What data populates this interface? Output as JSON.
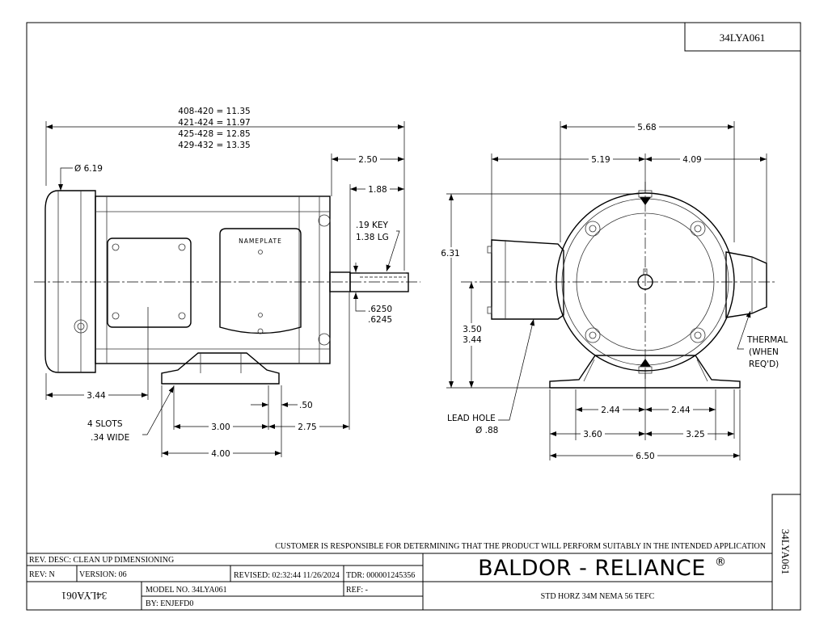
{
  "drawing_number": "34LYA061",
  "side_view": {
    "overall_lengths": [
      "408-420 = 11.35",
      "421-424 = 11.97",
      "425-428 = 12.85",
      "429-432 = 13.35"
    ],
    "diameter": "Ø 6.19",
    "shaft_extension": "2.50",
    "shaft_length": "1.88",
    "key": [
      ".19 KEY",
      "1.38 LG"
    ],
    "shaft_diameter": [
      ".6250",
      ".6245"
    ],
    "nameplate": "NAMEPLATE",
    "c_dim": "3.44",
    "slot_offset": ".50",
    "foot_spacing": "3.00",
    "ba_dim": "2.75",
    "foot_length": "4.00",
    "slots": [
      "4 SLOTS",
      ".34 WIDE"
    ]
  },
  "end_view": {
    "overall_width": "5.68",
    "left_width": "5.19",
    "right_width": "4.09",
    "height": "6.31",
    "shaft_height": [
      "3.50",
      "3.44"
    ],
    "half_hole_left": "2.44",
    "half_hole_right": "2.44",
    "base_left": "3.60",
    "base_right": "3.25",
    "base_width": "6.50",
    "lead_hole": [
      "LEAD HOLE",
      "Ø .88"
    ],
    "thermal": [
      "THERMAL",
      "(WHEN",
      "REQ'D)"
    ]
  },
  "title_block": {
    "disclaimer": "CUSTOMER IS RESPONSIBLE FOR DETERMINING THAT THE PRODUCT WILL PERFORM SUITABLY IN THE INTENDED APPLICATION",
    "rev_desc": "REV. DESC: CLEAN UP DIMENSIONING",
    "rev": "REV:  N",
    "version": "VERSION: 06",
    "revised": "REVISED: 02:32:44 11/26/2024",
    "tdr": "TDR: 000001245356",
    "model_no": "MODEL NO.  34LYA061",
    "ref": "REF:  -",
    "by": "BY:    ENJEFD0",
    "brand": "BALDOR - RELIANCE",
    "registered": "®",
    "description": "STD HORZ 34M NEMA 56 TEFC"
  }
}
